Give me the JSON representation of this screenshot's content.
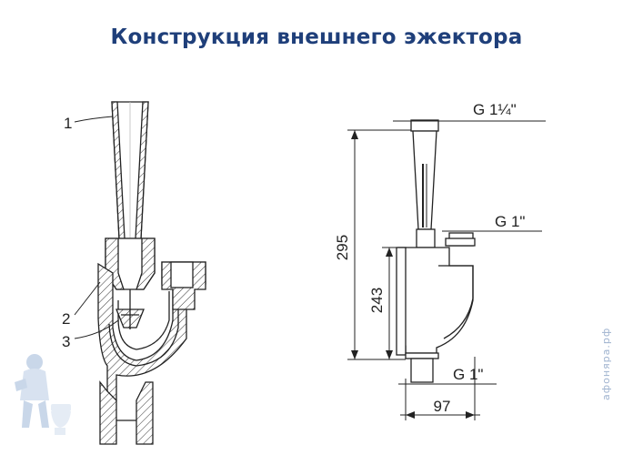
{
  "title": "Конструкция внешнего эжектора",
  "left_diagram": {
    "callouts": [
      "1",
      "2",
      "3"
    ]
  },
  "right_diagram": {
    "thread_top": "G 1¼\"",
    "thread_side": "G 1\"",
    "thread_bottom": "G 1\"",
    "dim_total_height": "295",
    "dim_body_height": "243",
    "dim_width": "97"
  },
  "watermark": "афоняра.рф"
}
